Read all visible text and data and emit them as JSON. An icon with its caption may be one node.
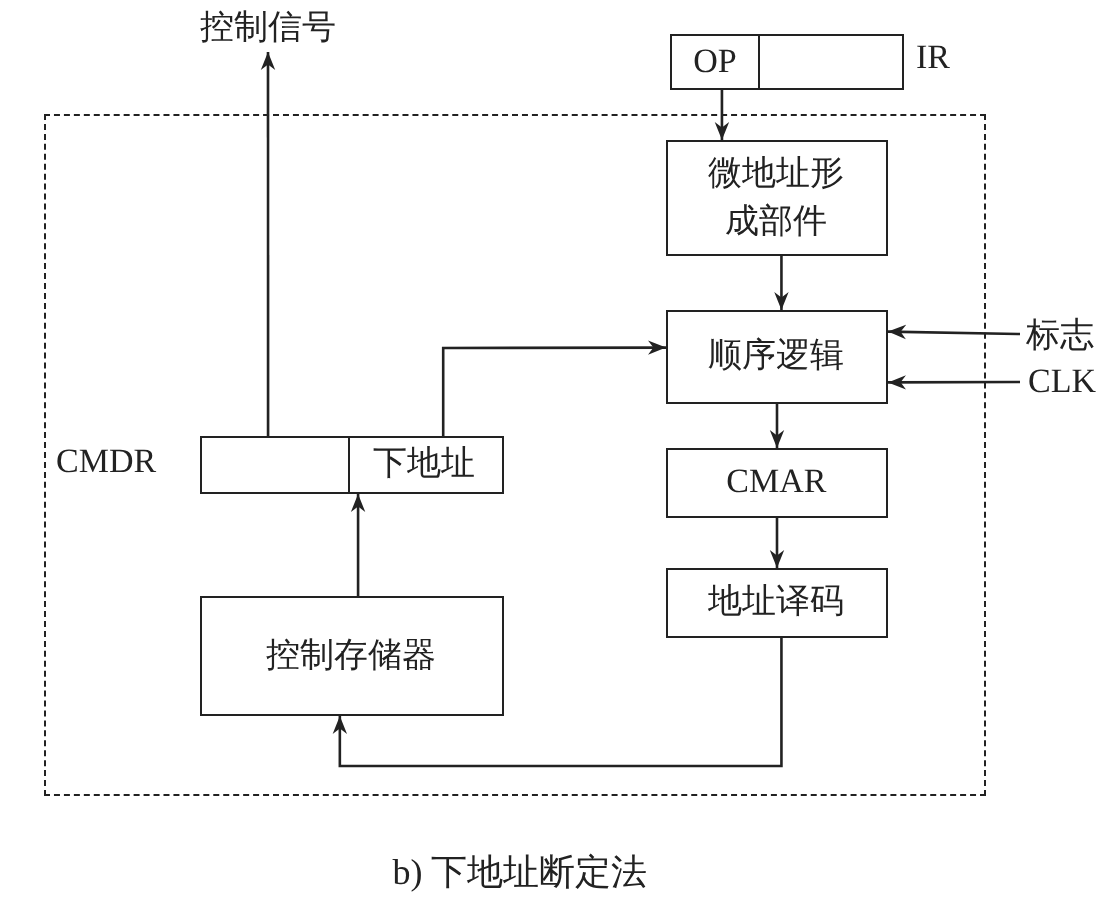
{
  "diagram": {
    "caption": "b) 下地址断定法",
    "nodes": [
      {
        "text": [],
        "shape": "box"
      },
      {
        "text": [
          "OP"
        ],
        "beside": [
          "IR"
        ]
      },
      {
        "text": [
          "微地址形成部件"
        ],
        "in": 0
      },
      {
        "text": [
          "顺序逻辑"
        ],
        "in": 0
      },
      {
        "text": [
          "CMAR"
        ],
        "in": 0
      },
      {
        "text": [
          "地址译码"
        ],
        "in": 0
      },
      {
        "text": [
          "控制存储器"
        ],
        "in": 0
      },
      {
        "text": [
          "下地址"
        ],
        "beside": [
          "CMDR"
        ],
        "in": 0
      },
      {
        "text": [
          "控制信号"
        ]
      },
      {
        "text": [
          "标志"
        ]
      },
      {
        "text": [
          "CLK"
        ]
      }
    ],
    "edges": [
      {
        "from": 1,
        "to": 2,
        "arrow": "to"
      },
      {
        "from": 2,
        "to": 3,
        "arrow": "to"
      },
      {
        "from": 3,
        "to": 4,
        "arrow": "to"
      },
      {
        "from": 4,
        "to": 5,
        "arrow": "to"
      },
      {
        "from": 5,
        "to": 6,
        "arrow": "to"
      },
      {
        "from": 6,
        "to": 7,
        "arrow": "to"
      },
      {
        "from": 7,
        "to": 3,
        "arrow": "to"
      },
      {
        "from": 7,
        "to": 8,
        "arrow": "to"
      },
      {
        "from": 9,
        "to": 3,
        "arrow": "to"
      },
      {
        "from": 10,
        "to": 3,
        "arrow": "to"
      }
    ]
  }
}
